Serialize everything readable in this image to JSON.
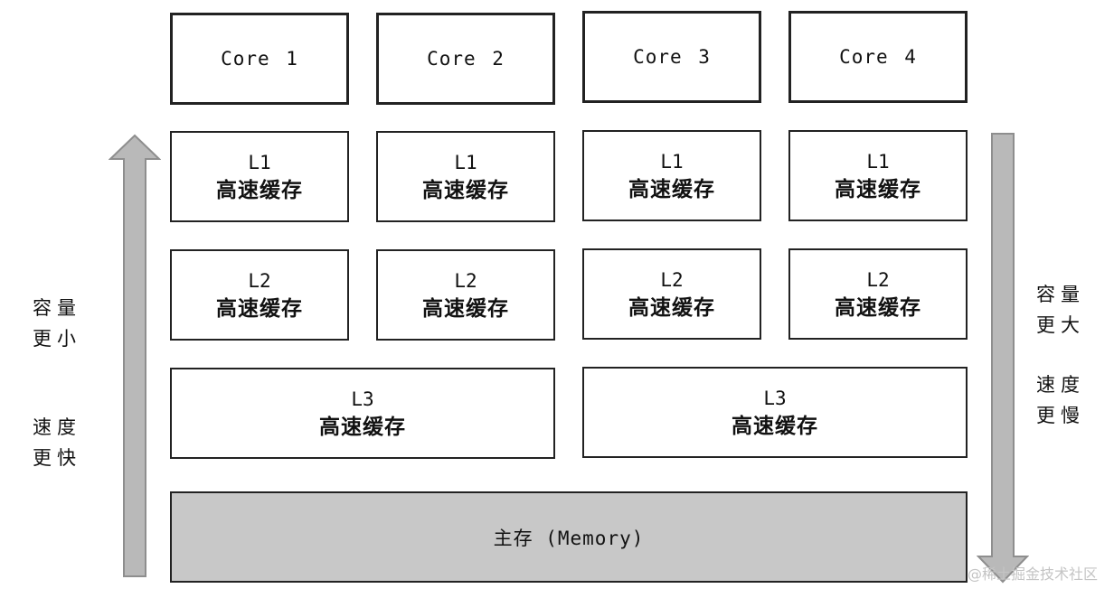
{
  "cores": [
    "Core 1",
    "Core 2",
    "Core 3",
    "Core 4"
  ],
  "l1": {
    "level": "L1",
    "name": "高速缓存"
  },
  "l2": {
    "level": "L2",
    "name": "高速缓存"
  },
  "l3": {
    "level": "L3",
    "name": "高速缓存"
  },
  "memory": {
    "label": "主存 (Memory)"
  },
  "left": {
    "capacity": [
      "容量",
      "更小"
    ],
    "speed": [
      "速度",
      "更快"
    ]
  },
  "right": {
    "capacity": [
      "容量",
      "更大"
    ],
    "speed": [
      "速度",
      "更慢"
    ]
  },
  "watermark": "@稀土掘金技术社区",
  "colors": {
    "arrow_fill": "#b9b9b9",
    "arrow_stroke": "#8e8e8e",
    "memory_fill": "#c8c8c8",
    "box_border": "#222222"
  }
}
